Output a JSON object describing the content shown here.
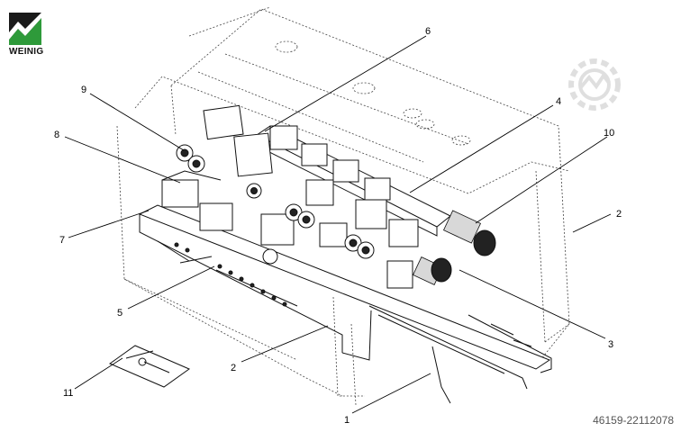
{
  "brand": {
    "name": "WEINIG",
    "logo_colors": {
      "green": "#2e9a3a",
      "dark": "#1a1a1a"
    }
  },
  "reference_id": "46159-22112078",
  "watermark_icon": "gear-wrench-watermark-icon",
  "callouts": [
    {
      "label": "1"
    },
    {
      "label": "2"
    },
    {
      "label": "2"
    },
    {
      "label": "3"
    },
    {
      "label": "4"
    },
    {
      "label": "5"
    },
    {
      "label": "6"
    },
    {
      "label": "7"
    },
    {
      "label": "8"
    },
    {
      "label": "9"
    },
    {
      "label": "10"
    },
    {
      "label": "11"
    }
  ]
}
